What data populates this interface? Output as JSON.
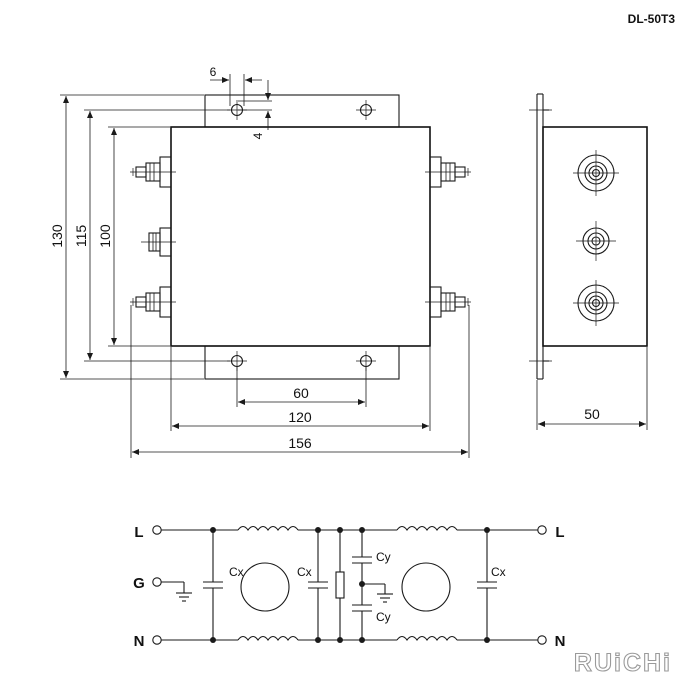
{
  "model": "DL-50T3",
  "dimensions": {
    "hole_offset_x": "6",
    "hole_offset_y": "4",
    "overall_height": "130",
    "mount_height": "115",
    "body_height": "100",
    "hole_spacing": "60",
    "body_width": "120",
    "overall_width": "156",
    "depth": "50"
  },
  "schematic": {
    "line_in": "L",
    "ground_in": "G",
    "neutral_in": "N",
    "line_out": "L",
    "neutral_out": "N",
    "cx1": "Cx",
    "cx2": "Cx",
    "cx3": "Cx",
    "cy1": "Cy",
    "cy2": "Cy"
  },
  "brand": "RUiCHi"
}
